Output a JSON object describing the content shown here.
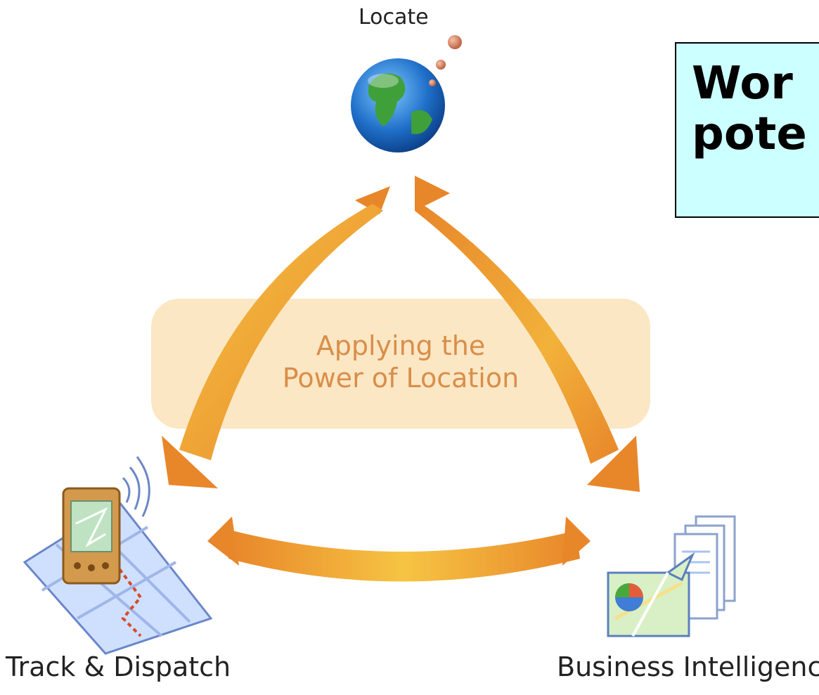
{
  "nodes": {
    "top": {
      "label": "Locate",
      "icon": "globe-icon"
    },
    "left": {
      "label": "Track & Dispatch",
      "icon": "pda-map-icon"
    },
    "right": {
      "label": "Business Intelligence",
      "icon": "map-report-icon"
    }
  },
  "center": {
    "line1": "Applying the",
    "line2": "Power of Location"
  },
  "callout": {
    "line1": "Wor",
    "line2": "pote"
  },
  "colors": {
    "arrow_light": "#f6c443",
    "arrow_dark": "#e8862a",
    "center_band": "#fbe7c4",
    "center_text": "#d98e4a",
    "callout_bg": "#ccffff"
  }
}
